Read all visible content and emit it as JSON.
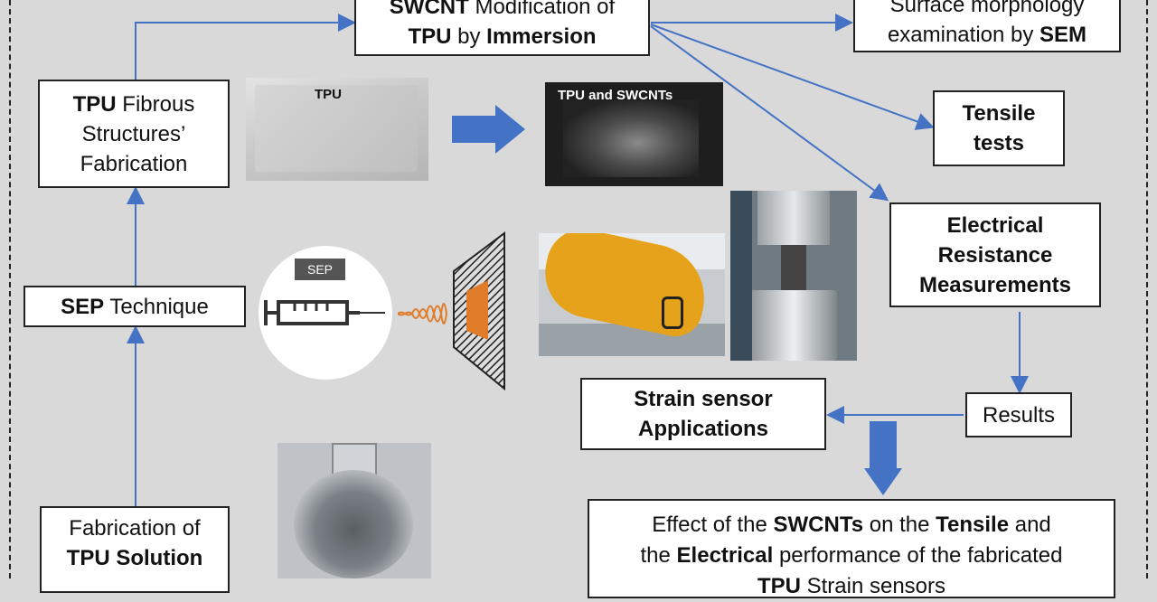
{
  "boxes": {
    "swcnt_mod": {
      "l1_b": "SWCNT",
      "l1_r": " Modification of",
      "l2_b1": "TPU",
      "l2_r": " by ",
      "l2_b2": "Immersion"
    },
    "sem": {
      "l1": "Surface morphology",
      "l2_r": "examination  by ",
      "l2_b": "SEM"
    },
    "tpu_fab": {
      "l1_b": "TPU",
      "l1_r": " Fibrous",
      "l2": "Structures’",
      "l3": "Fabrication"
    },
    "tensile": {
      "l1": "Tensile",
      "l2": "tests"
    },
    "electrical": {
      "l1": "Electrical",
      "l2": "Resistance",
      "l3": "Measurements"
    },
    "sep": {
      "b": "SEP",
      "r": " Technique"
    },
    "results": {
      "text": "Results"
    },
    "strain": {
      "l1": "Strain sensor",
      "l2": "Applications"
    },
    "solution": {
      "l1": "Fabrication  of",
      "l2": "TPU Solution"
    },
    "effect": {
      "l1_r1": "Effect of the ",
      "l1_b1": "SWCNTs",
      "l1_r2": " on the ",
      "l1_b2": "Tensile",
      "l1_r3": " and",
      "l2_r1": "the ",
      "l2_b1": "Electrical",
      "l2_r2": " performance of the fabricated",
      "l3_b": "TPU",
      "l3_r": " Strain sensors"
    }
  },
  "photos": {
    "tpu_label": "TPU",
    "tpu_swcnt_label": "TPU and SWCNTs",
    "sep_label": "SEP"
  },
  "colors": {
    "arrow_blue": "#4472c4",
    "frame": "#222222",
    "background": "#d9d9d9",
    "spray_orange": "#e07b2a"
  }
}
